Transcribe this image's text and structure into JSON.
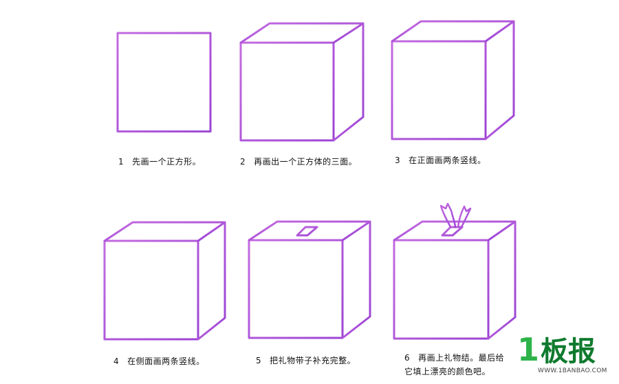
{
  "steps": [
    {
      "num": "1",
      "text": "先画一个正方形。"
    },
    {
      "num": "2",
      "text": "再画出一个正方体的三面。"
    },
    {
      "num": "3",
      "text": "在正面画两条竖线。"
    },
    {
      "num": "4",
      "text": "在侧面画两条竖线。"
    },
    {
      "num": "5",
      "text": "把礼物带子补充完整。"
    },
    {
      "num": "6",
      "text_line1": "再画上礼物结。最后给",
      "text_line2": "它填上漂亮的颜色吧。"
    }
  ],
  "logo": {
    "mark_one": "1",
    "mark_text": "板报",
    "url": "WWW.1BANBAO.COM"
  },
  "colors": {
    "stroke": "#b054d8",
    "stroke_dark": "#9a3fd0",
    "logo_green": "#0f7a2e"
  }
}
